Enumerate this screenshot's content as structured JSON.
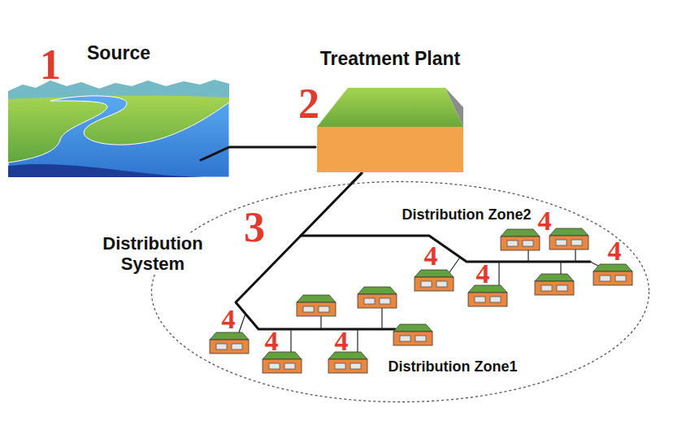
{
  "diagram": {
    "nodes": [
      {
        "text": [
          "Source"
        ]
      },
      {
        "text": [
          "Treatment Plant"
        ]
      },
      {
        "text": [
          "Distribution System"
        ]
      }
    ],
    "edges": [
      {
        "from": 0,
        "to": 1,
        "arrow": "none"
      },
      {
        "from": 1,
        "to": 2,
        "arrow": "none"
      }
    ],
    "labels": [
      "1",
      "2",
      "3",
      "Distribution Zone2",
      "4",
      "4",
      "4",
      "4",
      "4",
      "4",
      "4",
      "Distribution Zone1"
    ]
  }
}
